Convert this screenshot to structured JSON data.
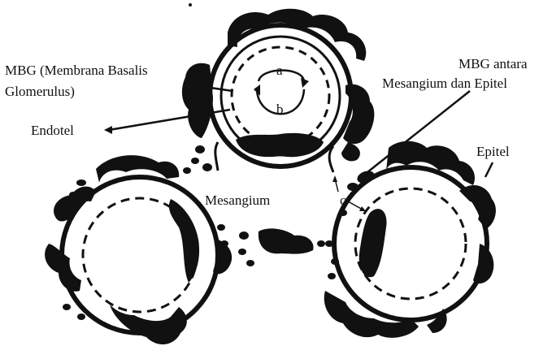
{
  "diagram": {
    "labels": {
      "mbg": "MBG (Membrana Basalis",
      "mbg_cont": "Glomerulus)",
      "endotel": "Endotel",
      "mbg_antara": "MBG antara",
      "mbg_antara_cont": "Mesangium dan Epitel",
      "epitel": "Epitel",
      "mesangium": "Mesangium",
      "a": "a",
      "b": "b",
      "c": "c"
    },
    "colors": {
      "ink": "#111111",
      "background": "#ffffff"
    }
  }
}
